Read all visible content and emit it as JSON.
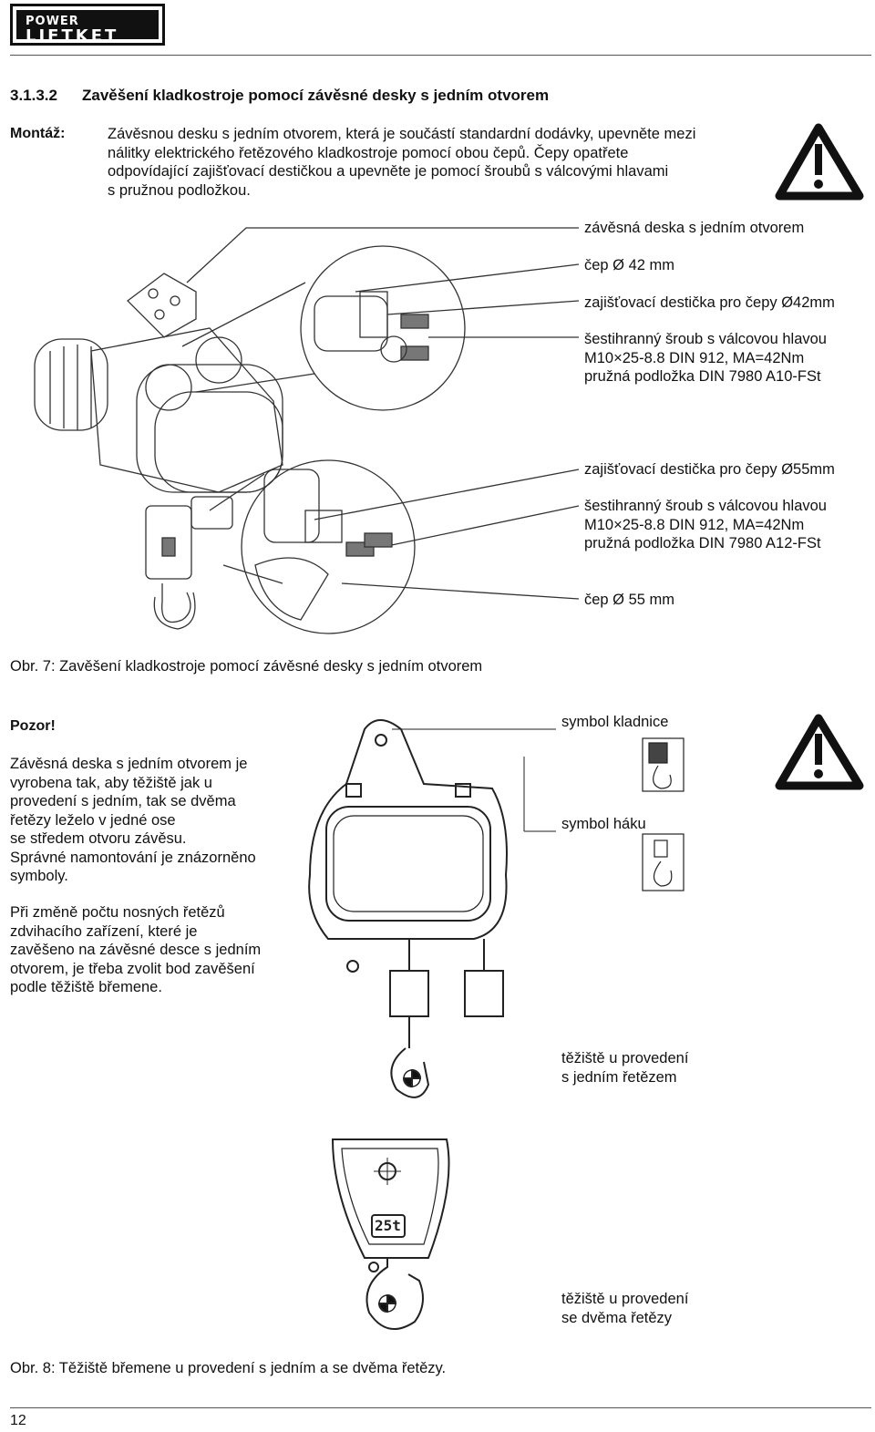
{
  "header": {
    "logo_text_1": "POWER",
    "logo_text_2": "LIFTKET"
  },
  "section": {
    "number": "3.1.3.2",
    "title": "Zavěšení kladkostroje pomocí závěsné desky s jedním otvorem"
  },
  "assembly": {
    "label": "Montáž:",
    "lines": [
      "Závěsnou desku s jedním otvorem, která je součástí standardní dodávky, upevněte mezi",
      "nálitky elektrického řetězového kladkostroje pomocí obou čepů. Čepy opatřete",
      "odpovídající zajišťovací destičkou a upevněte je pomocí šroubů s válcovými hlavami",
      "s pružnou podložkou."
    ]
  },
  "figure7": {
    "callouts": {
      "plate": "závěsná deska s jedním otvorem",
      "pin42": "čep Ø 42 mm",
      "lock42": "zajišťovací destička pro čepy Ø42mm",
      "screw42_l1": "šestihranný šroub s válcovou hlavou",
      "screw42_l2": "M10×25-8.8 DIN 912, MA=42Nm",
      "screw42_l3": "pružná podložka DIN 7980 A10-FSt",
      "lock55": "zajišťovací destička pro čepy Ø55mm",
      "screw55_l1": "šestihranný šroub s válcovou hlavou",
      "screw55_l2": "M10×25-8.8 DIN 912, MA=42Nm",
      "screw55_l3": "pružná podložka DIN 7980 A12-FSt",
      "pin55": "čep Ø 55 mm"
    },
    "caption": "Obr. 7: Zavěšení kladkostroje pomocí závěsné desky s jedním otvorem"
  },
  "warning": {
    "title": "Pozor!",
    "para1": [
      "Závěsná deska s jedním otvorem je",
      "vyrobena tak, aby těžiště jak u",
      "provedení s jedním, tak se dvěma",
      "řetězy leželo v jedné ose",
      "se středem otvoru závěsu.",
      "Správné namontování je znázorněno",
      "symboly."
    ],
    "para2": [
      "Při změně počtu nosných řetězů",
      "zdvihacího zařízení, které je",
      "zavěšeno na závěsné desce s jedním",
      "otvorem, je třeba zvolit bod zavěšení",
      "podle těžiště břemene."
    ]
  },
  "figure8": {
    "symbol_hoist": "symbol kladnice",
    "symbol_hook": "symbol háku",
    "cog_single_l1": "těžiště u provedení",
    "cog_single_l2": "s jedním řetězem",
    "cog_double_l1": "těžiště u provedení",
    "cog_double_l2": "se dvěma řetězy",
    "block_label": "25t",
    "caption": "Obr. 8: Těžiště břemene u provedení s jedním a se dvěma řetězy."
  },
  "footer": {
    "page_number": "12"
  }
}
